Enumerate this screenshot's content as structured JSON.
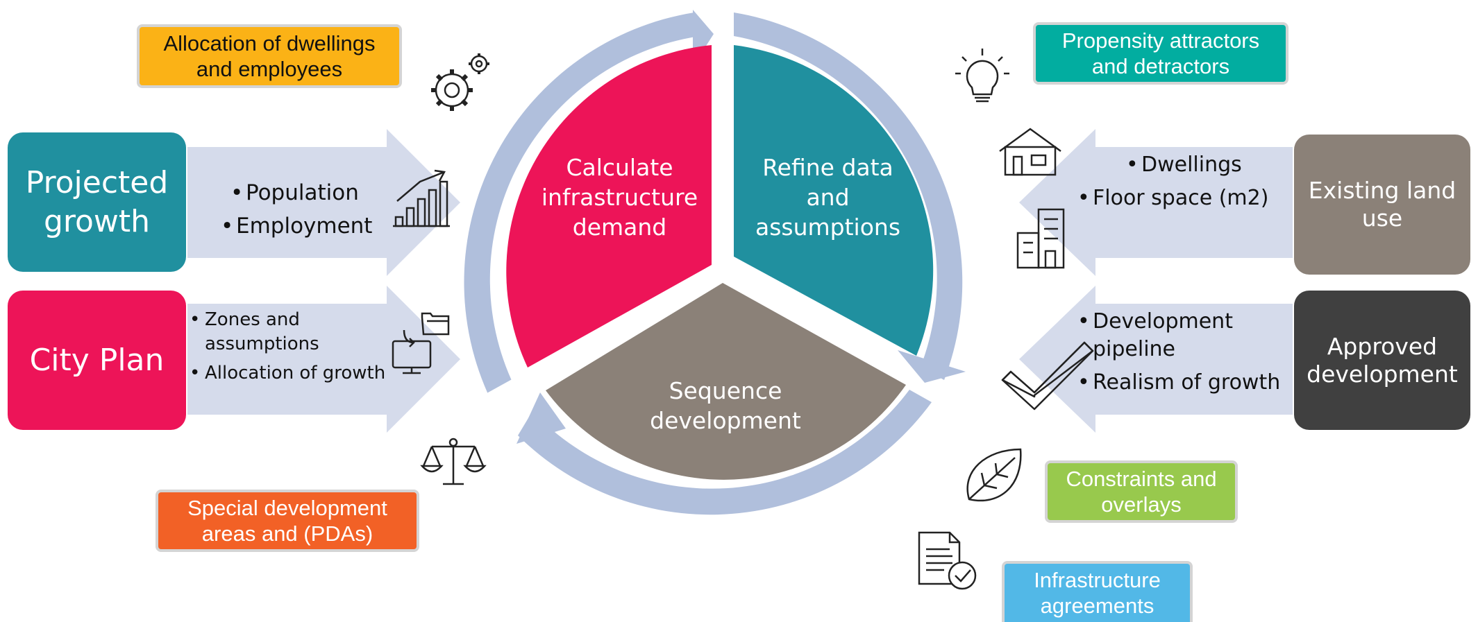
{
  "cycle": {
    "calculate": "Calculate\ninfrastructure\ndemand",
    "refine": "Refine data\nand\nassumptions",
    "sequence": "Sequence\ndevelopment"
  },
  "inputs_left": {
    "projected_growth": {
      "title": "Projected\ngrowth",
      "items": [
        "Population",
        "Employment"
      ]
    },
    "city_plan": {
      "title": "City Plan",
      "items": [
        "Zones and\nassumptions",
        "Allocation of growth"
      ]
    }
  },
  "inputs_right": {
    "existing_land_use": {
      "title": "Existing land\nuse",
      "items": [
        "Dwellings",
        "Floor space (m2)"
      ]
    },
    "approved_development": {
      "title": "Approved\ndevelopment",
      "items": [
        "Development\npipeline",
        "Realism of growth"
      ]
    }
  },
  "tags": {
    "allocation": "Allocation of dwellings\nand employees",
    "propensity": "Propensity attractors\nand detractors",
    "special": "Special development\nareas and (PDAs)",
    "constraints": "Constraints and\noverlays",
    "infrastructure": "Infrastructure\nagreements"
  },
  "colors": {
    "teal": "#20909f",
    "pink": "#ed1458",
    "taupe": "#8b8178",
    "dark": "#404040",
    "arrow": "#d5dbeb",
    "ring": "#b0bfdc",
    "orange_yellow": "#fbb216",
    "green_teal": "#02ada0",
    "orange": "#f26126",
    "green": "#98c94d",
    "blue": "#52b8e7"
  },
  "icons": [
    "gears-icon",
    "bar-chart-icon",
    "folder-computer-icon",
    "scales-icon",
    "lightbulb-icon",
    "house-icon",
    "building-icon",
    "checkmark-icon",
    "leaf-icon",
    "document-check-icon"
  ]
}
